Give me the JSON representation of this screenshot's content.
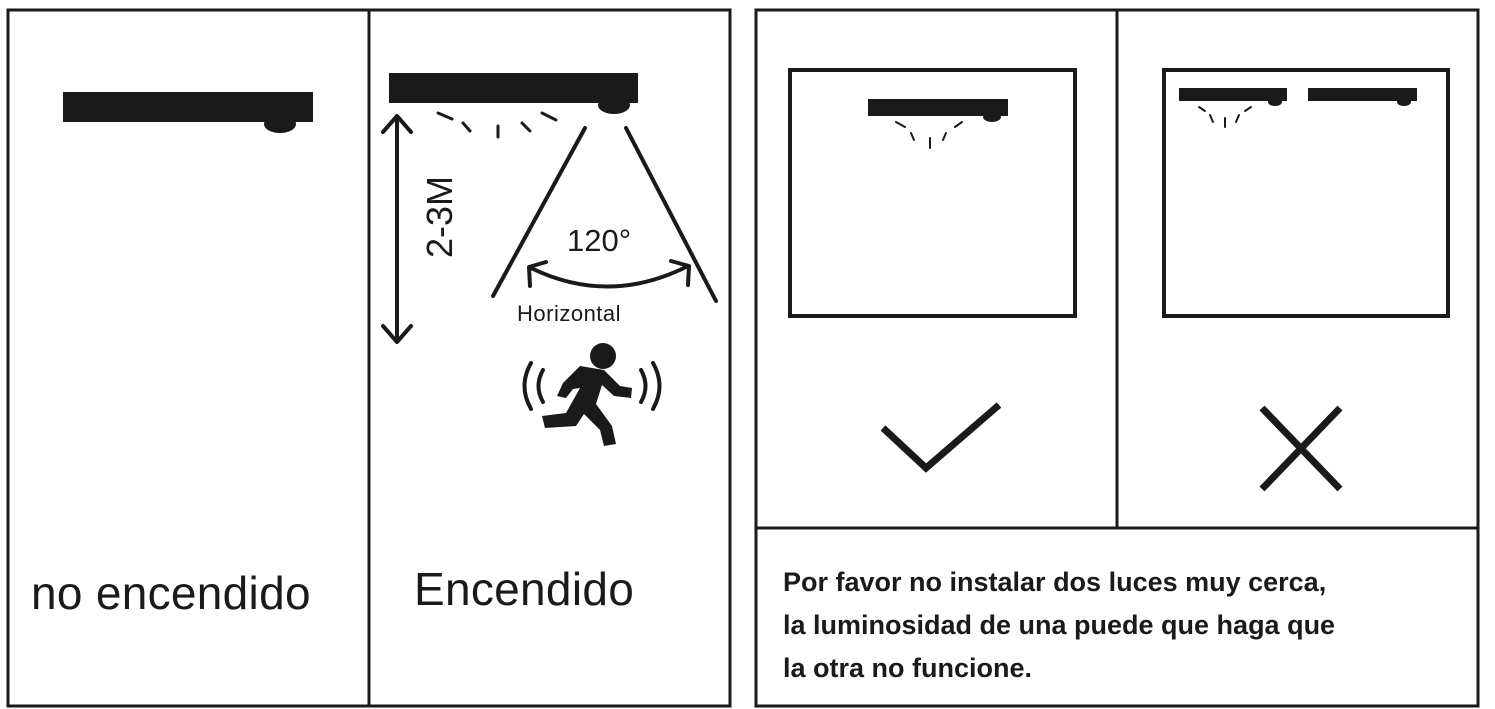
{
  "left_panel": {
    "off_label": "no encendido",
    "on_label": "Encendido",
    "height_label": "2-3M",
    "angle_label": "120°",
    "direction_label": "Horizontal"
  },
  "right_panel": {
    "correct_icon": "checkmark-icon",
    "wrong_icon": "cross-icon",
    "note_lines": [
      "Por favor no instalar dos luces muy cerca,",
      "la luminosidad de una puede que haga que",
      "la otra no funcione."
    ]
  },
  "colors": {
    "ink": "#1a1a1a",
    "background": "#ffffff"
  }
}
